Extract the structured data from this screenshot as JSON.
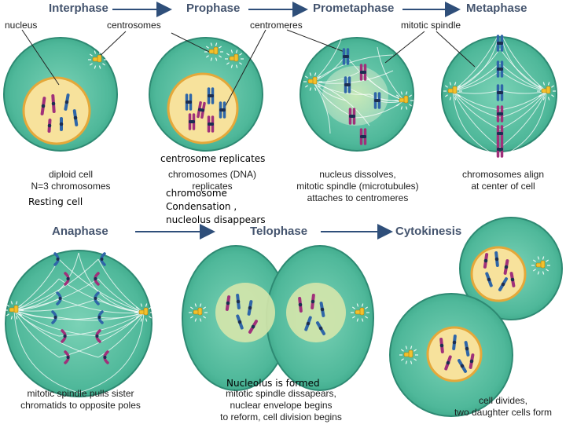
{
  "phases": {
    "interphase": "Interphase",
    "prophase": "Prophase",
    "prometaphase": "Prometaphase",
    "metaphase": "Metaphase",
    "anaphase": "Anaphase",
    "telophase": "Telophase",
    "cytokinesis": "Cytokinesis"
  },
  "pointers": {
    "nucleus": "nucleus",
    "centrosomes": "centrosomes",
    "centromeres": "centromeres",
    "mitotic_spindle": "mitotic spindle"
  },
  "descriptions": {
    "interphase": [
      "diploid cell",
      "N=3 chromosomes"
    ],
    "prophase": [
      "chromosomes (DNA)",
      "replicates"
    ],
    "prometaphase": [
      "nucleus dissolves,",
      "mitotic spindle (microtubules)",
      "attaches to centromeres"
    ],
    "metaphase": [
      "chromosomes align",
      "at center of cell"
    ],
    "anaphase": [
      "mitotic spindle pulls sister",
      "chromatids to opposite poles"
    ],
    "telophase": [
      "mitotic spindle dissapears,",
      "nuclear envelope begins",
      "to reform, cell division begins"
    ],
    "cytokinesis": [
      "cell divides,",
      "two daughter cells form"
    ]
  },
  "overlays": {
    "resting_cell": "Resting cell",
    "centrosome_replicates": "centrosome replicates",
    "condensation": [
      "chromosome",
      "Condensation ,",
      "nucleolus disappears"
    ],
    "nucleolus_formed": "Nucleolus is formed"
  },
  "colors": {
    "cell_fill": "#4fb89a",
    "cell_stroke": "#2e8a73",
    "nucleus_fill": "#f7e29c",
    "nucleus_stroke": "#e4a83a",
    "chromosome_purple": "#a0307a",
    "chromosome_blue": "#2f66a8",
    "centromere_dark": "#1c2e52",
    "centrosome_yellow": "#f3c02c",
    "arrow_blue": "#2f4f7a",
    "phase_text": "#44546e"
  }
}
